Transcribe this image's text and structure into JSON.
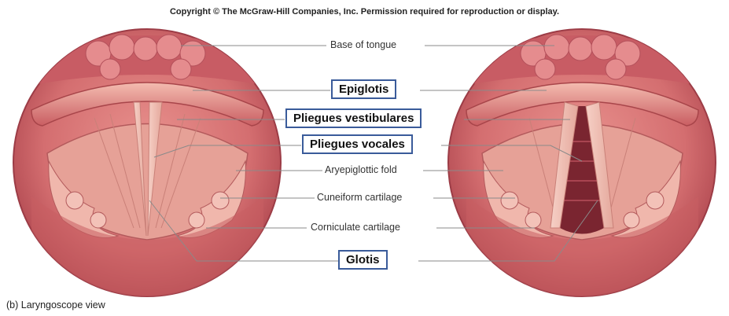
{
  "copyright": "Copyright © The McGraw-Hill Companies, Inc. Permission required for reproduction or display.",
  "labels": {
    "base_of_tongue": "Base of tongue",
    "aryepiglottic_fold": "Aryepiglottic fold",
    "cuneiform_cartilage": "Cuneiform cartilage",
    "corniculate_cartilage": "Corniculate cartilage"
  },
  "boxed_labels": {
    "epiglotis": "Epiglotis",
    "pliegues_vestibulares": "Pliegues vestibulares",
    "pliegues_vocales": "Pliegues vocales",
    "glotis": "Glotis"
  },
  "caption": "(b) Laryngoscope view",
  "colors": {
    "tissue": "#d9787a",
    "tissue_dark": "#a8454a",
    "tissue_light": "#f2b4aa",
    "box_border": "#3a5b9a",
    "leader": "#8a8a8a"
  }
}
